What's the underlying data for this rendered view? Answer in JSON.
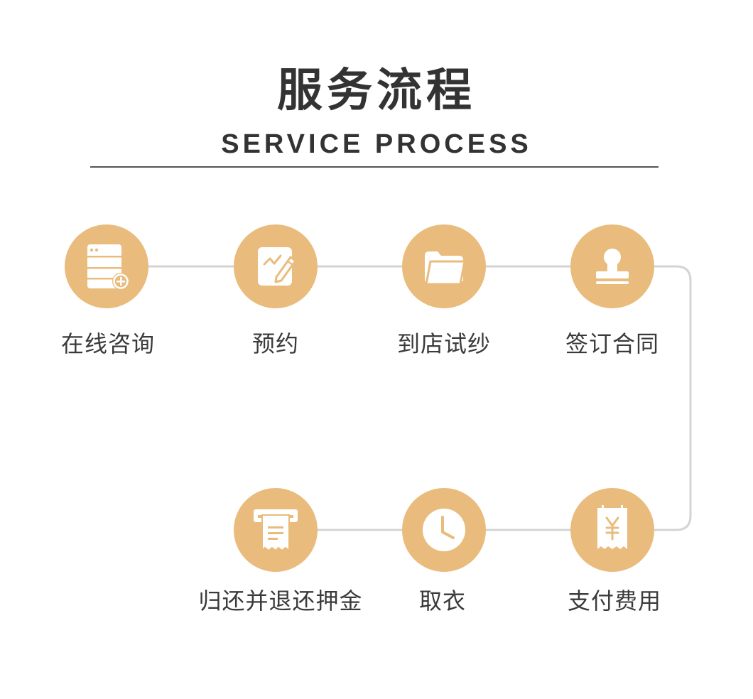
{
  "header": {
    "title": "服务流程",
    "subtitle": "SERVICE PROCESS"
  },
  "colors": {
    "circle": "#e9bc7d",
    "line": "#d4d4d4",
    "icon": "#ffffff"
  },
  "steps": [
    {
      "label": "在线咨询",
      "icon": "browser-add-icon"
    },
    {
      "label": "预约",
      "icon": "edit-note-icon"
    },
    {
      "label": "到店试纱",
      "icon": "folder-icon"
    },
    {
      "label": "签订合同",
      "icon": "stamp-icon"
    },
    {
      "label": "支付费用",
      "icon": "receipt-yen-icon"
    },
    {
      "label": "取衣",
      "icon": "clock-icon"
    },
    {
      "label": "归还并退还押金",
      "icon": "ticket-print-icon"
    }
  ]
}
